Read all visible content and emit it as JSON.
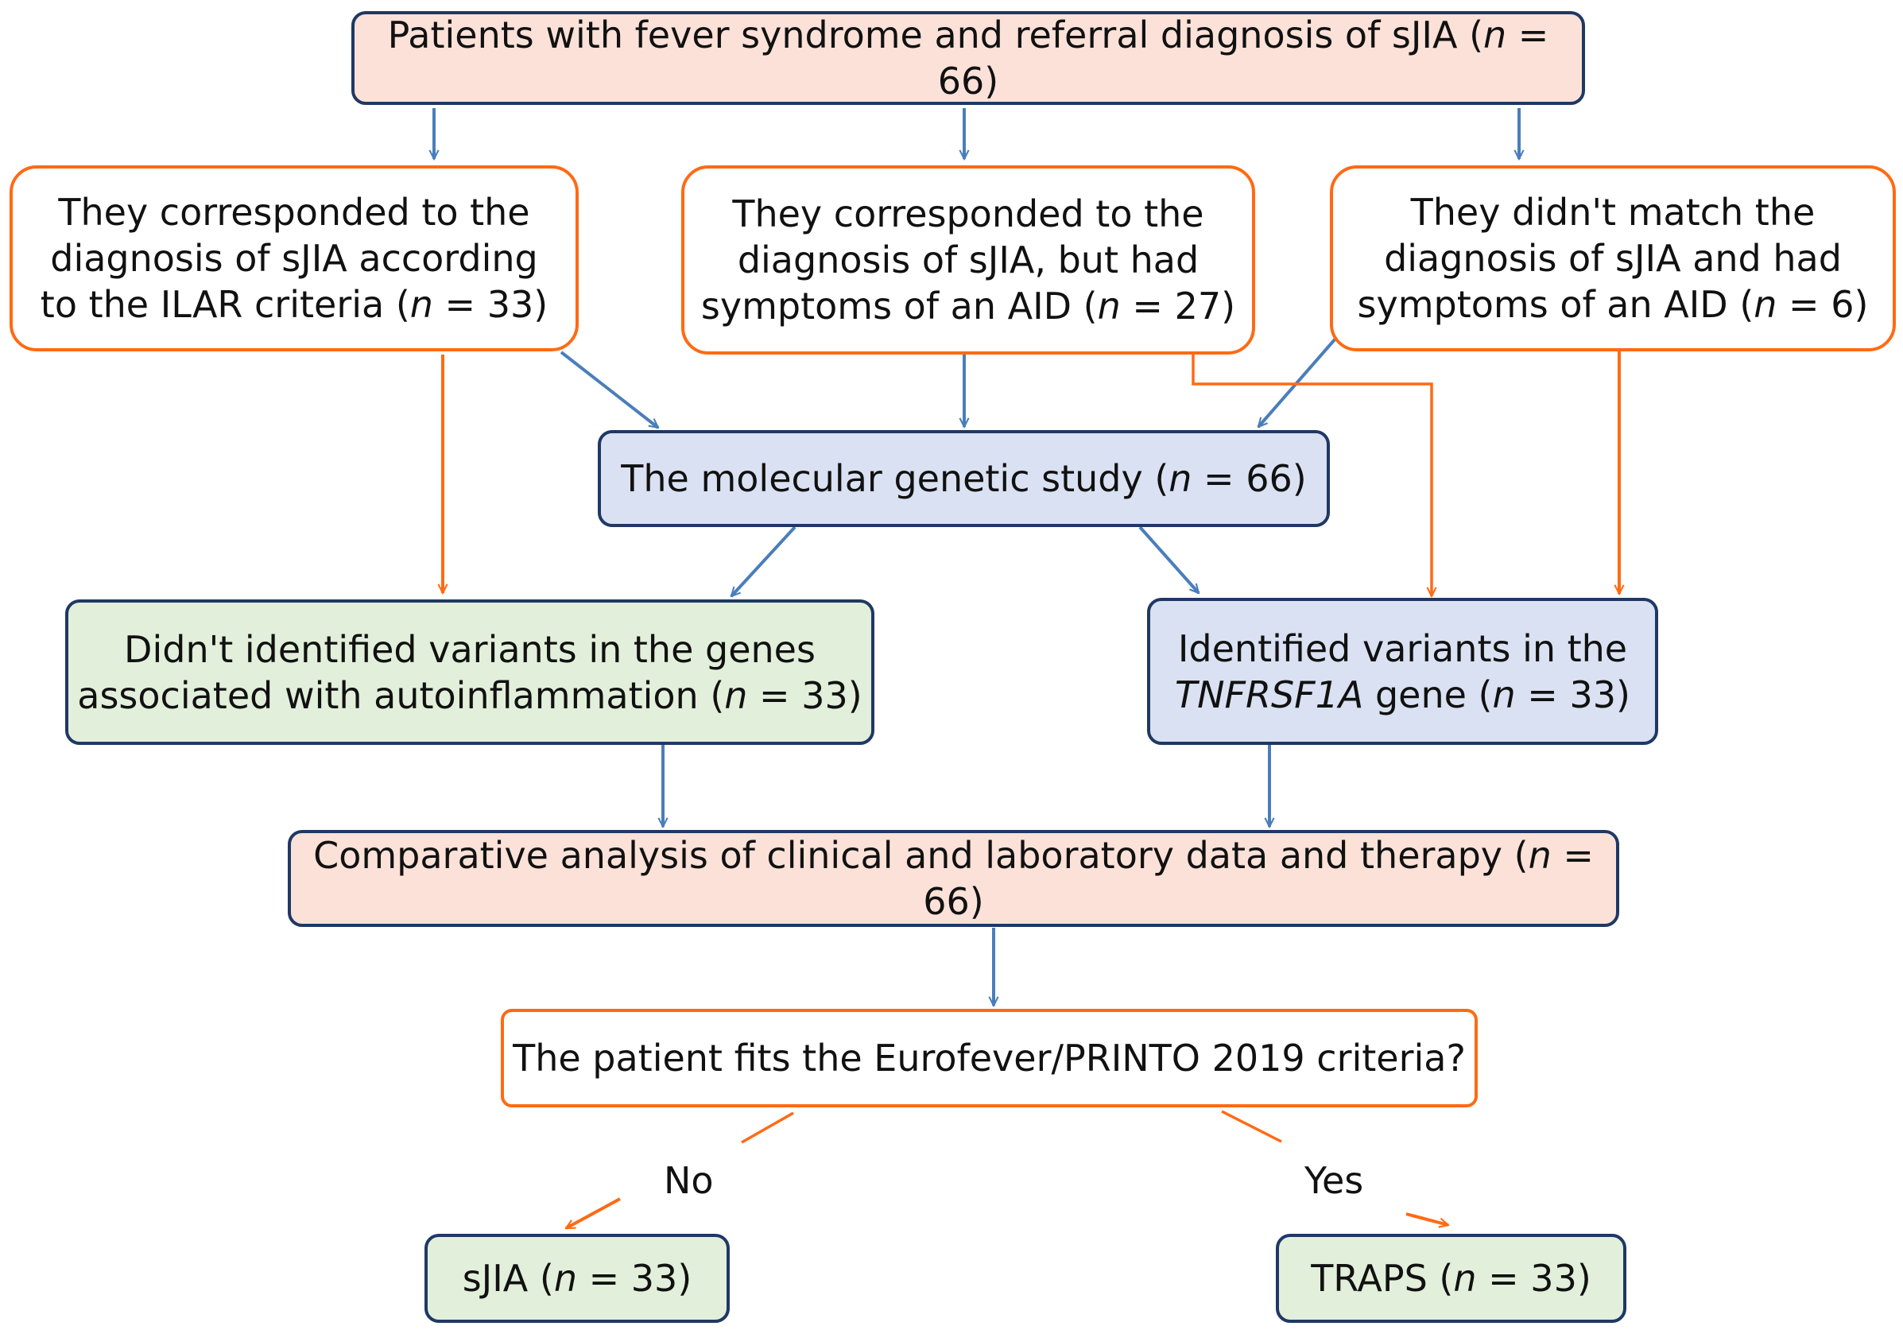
{
  "top": {
    "text": "Patients with fever syndrome and referral diagnosis of sJIA (",
    "n_italic": "n",
    "n_value": " = 66)"
  },
  "group_left": {
    "line1": "They corresponded to the",
    "line2": "diagnosis of sJIA according",
    "line3_pre": "to the ILAR criteria (",
    "n_italic": "n",
    "n_value": " = 33)"
  },
  "group_middle": {
    "line1": "They corresponded to the",
    "line2": "diagnosis of sJIA, but had",
    "line3_pre": "symptoms of an AID (",
    "n_italic": "n",
    "n_value": " = 27)"
  },
  "group_right": {
    "line1": "They didn't match the",
    "line2": "diagnosis of sJIA and had",
    "line3_pre": "symptoms of an AID (",
    "n_italic": "n",
    "n_value": " = 6)"
  },
  "genetic_study": {
    "pre": "The molecular genetic study (",
    "n_italic": "n",
    "n_value": " = 66)"
  },
  "no_variants": {
    "line1": "Didn't identified variants in the genes",
    "line2_pre": "associated with autoinflammation (",
    "n_italic": "n",
    "n_value": " = 33)"
  },
  "variants": {
    "line1": "Identified variants in the",
    "gene_italic": "TNFRSF1A",
    "line2_post": " gene (",
    "n_italic": "n",
    "n_value": " = 33)"
  },
  "comparative": {
    "pre": "Comparative analysis of clinical and laboratory data and therapy (",
    "n_italic": "n",
    "n_value": " = 66)"
  },
  "question": {
    "text": "The patient fits the Eurofever/PRINTO 2019 criteria?"
  },
  "edge_labels": {
    "no": "No",
    "yes": "Yes"
  },
  "outcome_sjia": {
    "pre": "sJIA (",
    "n_italic": "n",
    "n_value": " = 33)"
  },
  "outcome_traps": {
    "pre": "TRAPS (",
    "n_italic": "n",
    "n_value": " = 33)"
  },
  "colors": {
    "blue_arrow": "#4a7ebb",
    "orange_arrow": "#ff6a13",
    "navy_border": "#1f3864",
    "pink_fill": "#fbe1d8",
    "blue_fill": "#d9e1f2",
    "green_fill": "#e2efda"
  }
}
